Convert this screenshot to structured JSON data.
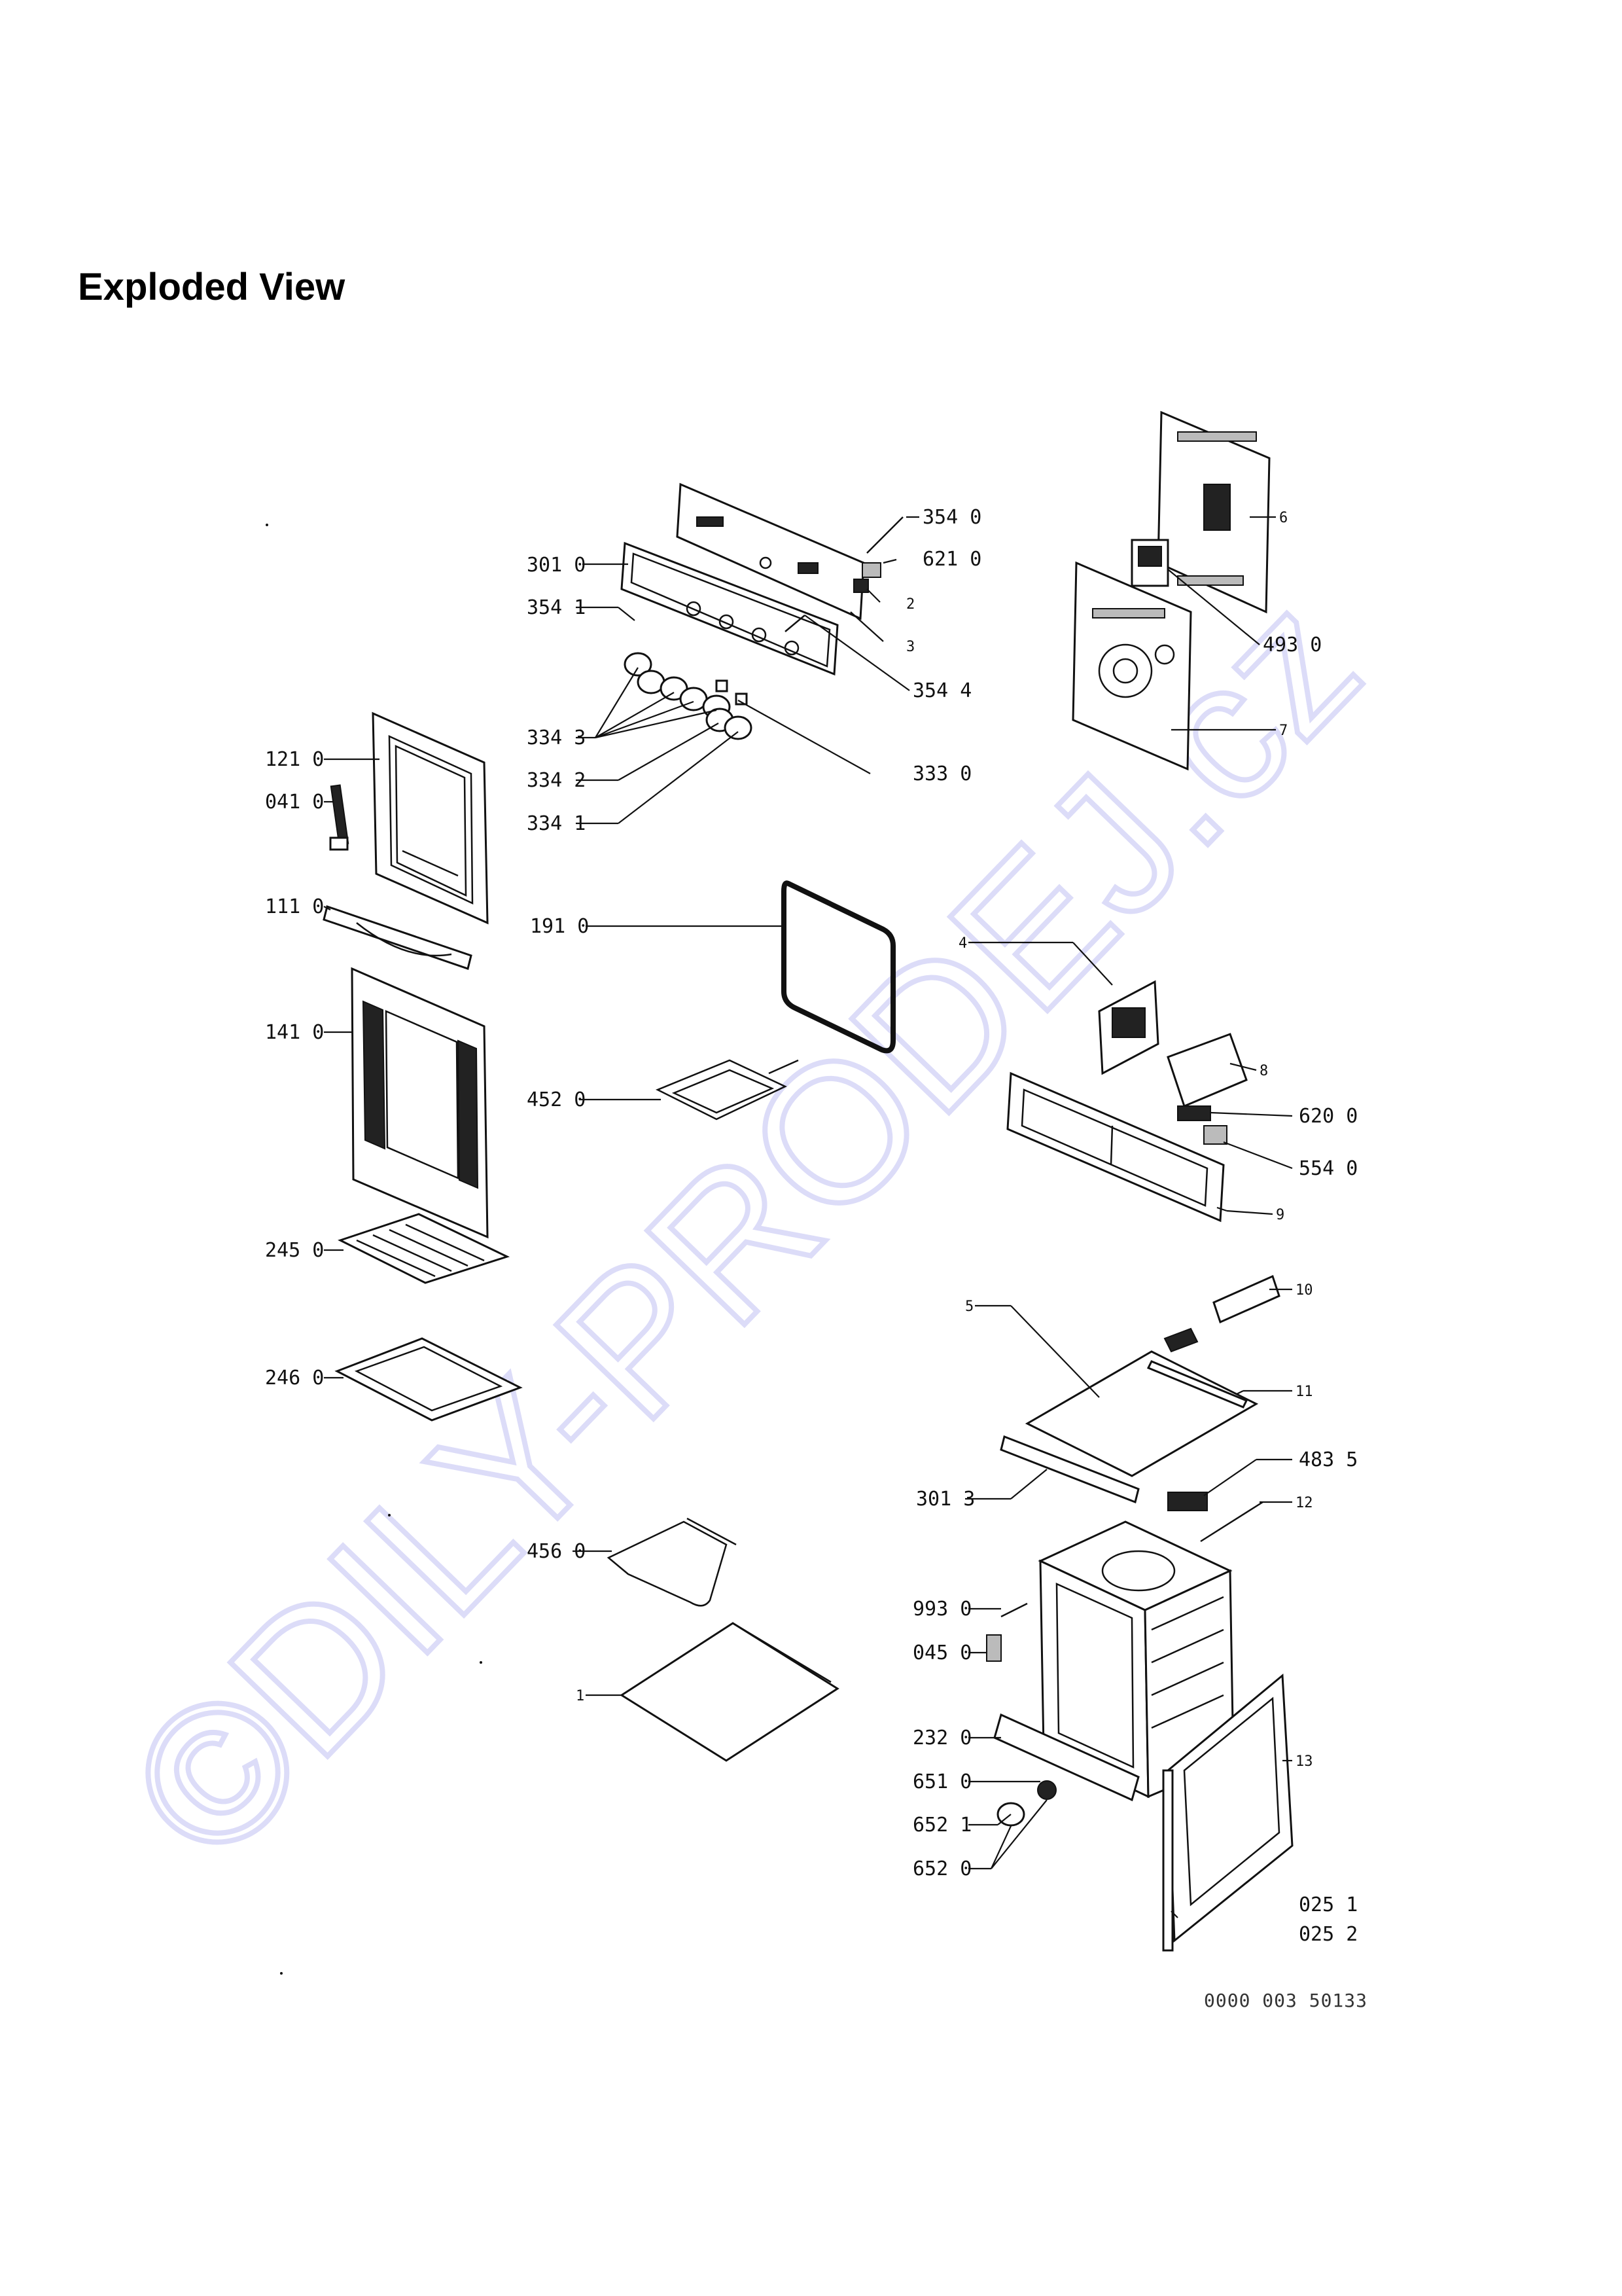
{
  "title": "Exploded View",
  "watermark": "©DILY-PRODEJ.cz",
  "doc_ref": "0000 003 50133",
  "colors": {
    "ink": "#111111",
    "watermark": "#dcdcf8",
    "paper": "#ffffff"
  },
  "labels": [
    {
      "id": "l3540",
      "text": "354 0"
    },
    {
      "id": "l6210",
      "text": "621 0"
    },
    {
      "id": "l3010",
      "text": "301 0"
    },
    {
      "id": "l2",
      "text": "2"
    },
    {
      "id": "l3541",
      "text": "354 1"
    },
    {
      "id": "l3",
      "text": "3"
    },
    {
      "id": "l3544",
      "text": "354 4"
    },
    {
      "id": "l3343",
      "text": "334 3"
    },
    {
      "id": "l3342",
      "text": "334 2"
    },
    {
      "id": "l3330",
      "text": "333 0"
    },
    {
      "id": "l3341",
      "text": "334 1"
    },
    {
      "id": "l6",
      "text": "6"
    },
    {
      "id": "l4930",
      "text": "493 0"
    },
    {
      "id": "l7",
      "text": "7"
    },
    {
      "id": "l1210",
      "text": "121 0"
    },
    {
      "id": "l0410",
      "text": "041 0"
    },
    {
      "id": "l1110",
      "text": "111 0"
    },
    {
      "id": "l1910",
      "text": "191 0"
    },
    {
      "id": "l1410",
      "text": "141 0"
    },
    {
      "id": "l4",
      "text": "4"
    },
    {
      "id": "l8",
      "text": "8"
    },
    {
      "id": "l4520",
      "text": "452 0"
    },
    {
      "id": "l6200",
      "text": "620 0"
    },
    {
      "id": "l5540",
      "text": "554 0"
    },
    {
      "id": "l9",
      "text": "9"
    },
    {
      "id": "l2450",
      "text": "245 0"
    },
    {
      "id": "l10",
      "text": "10"
    },
    {
      "id": "l5",
      "text": "5"
    },
    {
      "id": "l2460",
      "text": "246 0"
    },
    {
      "id": "l11",
      "text": "11"
    },
    {
      "id": "l4835",
      "text": "483 5"
    },
    {
      "id": "l3013",
      "text": "301 3"
    },
    {
      "id": "l12",
      "text": "12"
    },
    {
      "id": "l4560",
      "text": "456 0"
    },
    {
      "id": "l9930",
      "text": "993 0"
    },
    {
      "id": "l0450",
      "text": "045 0"
    },
    {
      "id": "l1",
      "text": "1"
    },
    {
      "id": "l2320",
      "text": "232 0"
    },
    {
      "id": "l13",
      "text": "13"
    },
    {
      "id": "l6510",
      "text": "651 0"
    },
    {
      "id": "l6521",
      "text": "652 1"
    },
    {
      "id": "l6520",
      "text": "652 0"
    },
    {
      "id": "l0251",
      "text": "025 1"
    },
    {
      "id": "l0252",
      "text": "025 2"
    }
  ]
}
